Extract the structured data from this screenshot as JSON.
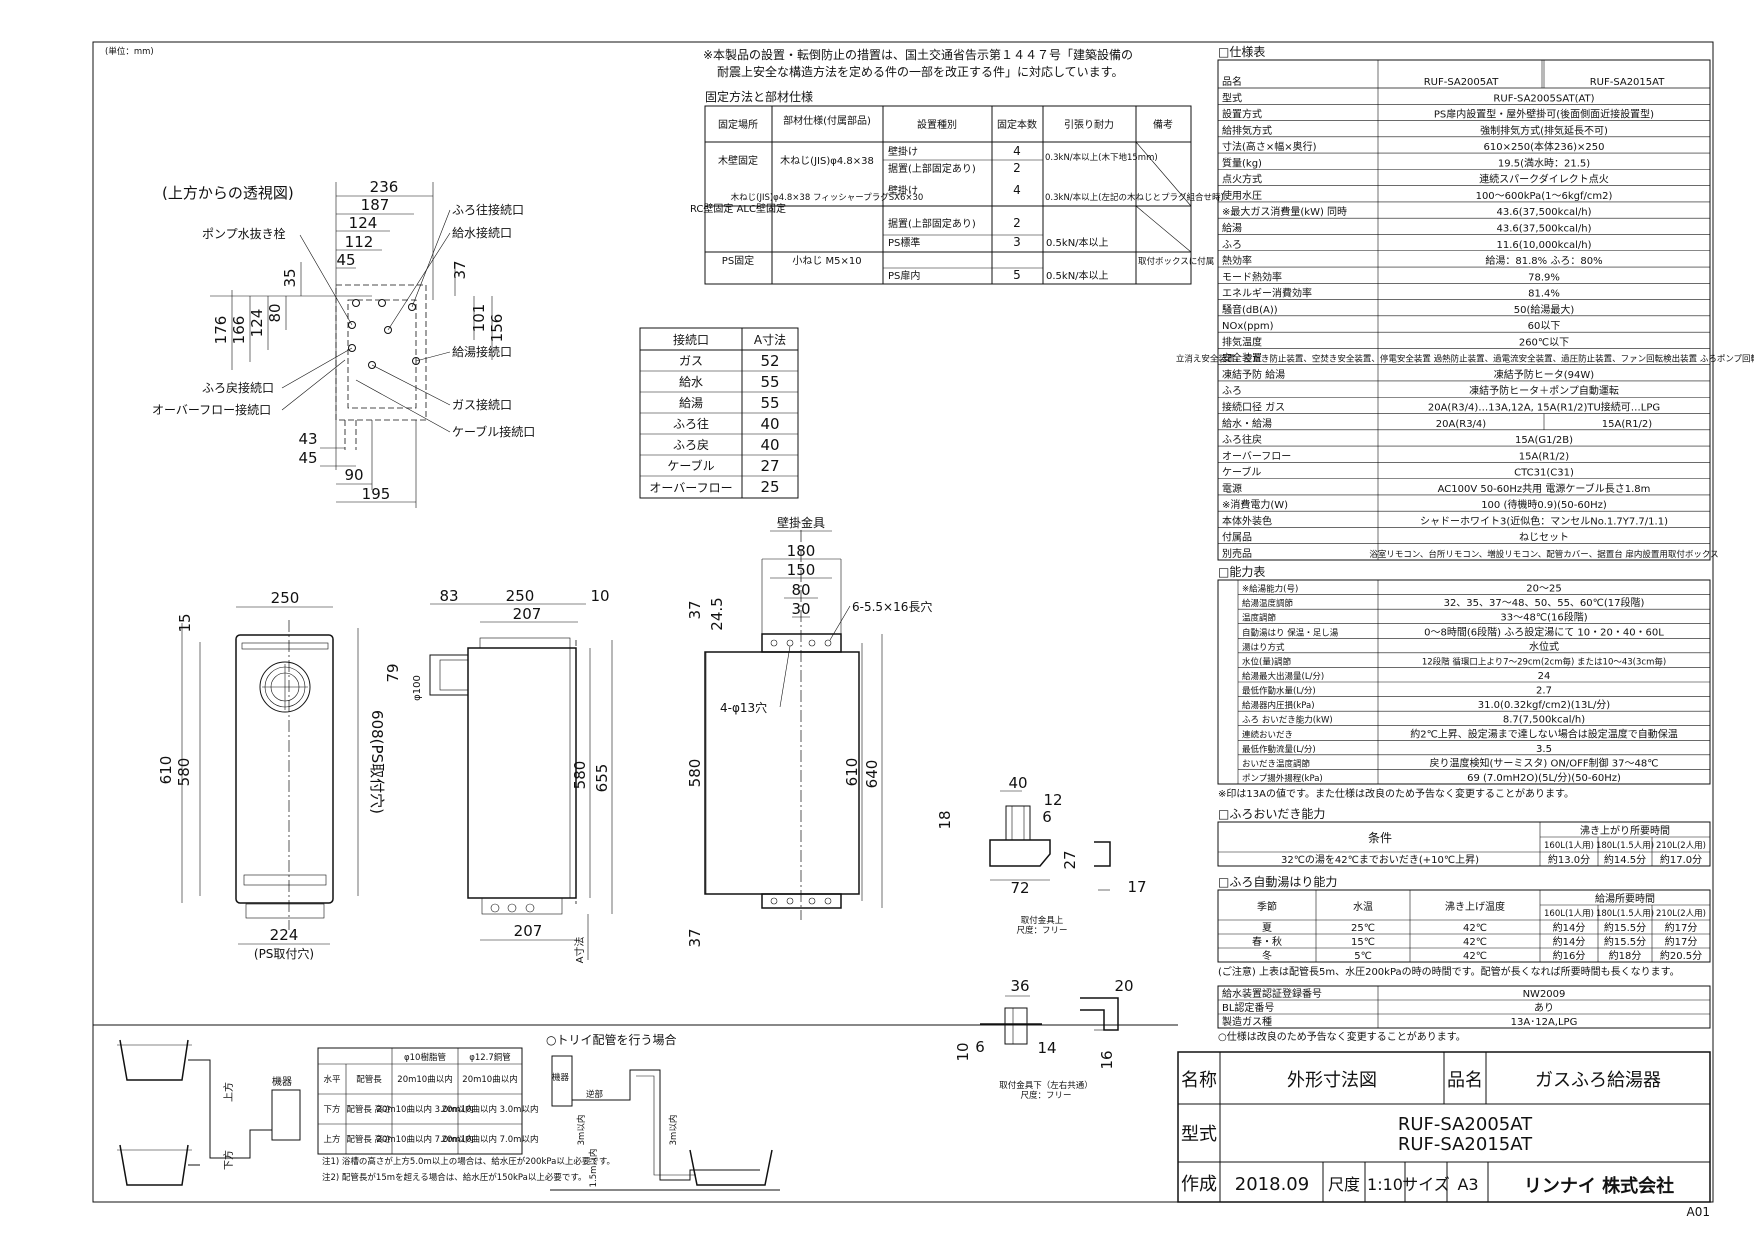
{
  "unit_label": "(単位：mm)",
  "notice": {
    "lines": [
      "※本製品の設置・転倒防止の措置は、国土交通省告示第１４４７号「建築設備の",
      "耐震上安全な構造方法を定める件の一部を改正する件」に対応しています。"
    ]
  },
  "fixing": {
    "title": "固定方法と部材仕様",
    "headers": [
      "固定場所",
      "部材仕様(付属部品)",
      "設置種別",
      "固定本数",
      "引張り耐力",
      "備考"
    ],
    "rows": [
      [
        "木壁固定",
        "木ねじ(JIS)φ4.8×38",
        "壁掛け",
        "4",
        "0.3kN/本以上(木下地15mm)",
        ""
      ],
      [
        "",
        "",
        "据置(上部固定あり)",
        "2",
        "",
        ""
      ],
      [
        "RC壁固定 ALC壁固定",
        "木ねじ(JIS)φ4.8×38 フィッシャープラグSX6×30",
        "壁掛け",
        "4",
        "0.3kN/本以上(左記の木ねじとプラグ組合せ時)",
        ""
      ],
      [
        "",
        "",
        "据置(上部固定あり)",
        "2",
        "",
        ""
      ],
      [
        "PS固定",
        "小ねじ M5×10",
        "PS標準",
        "3",
        "0.5kN/本以上",
        "取付ボックスに付属"
      ],
      [
        "",
        "",
        "PS扉内",
        "5",
        "0.5kN/本以上",
        ""
      ]
    ]
  },
  "connection": {
    "headers": [
      "接続口",
      "A寸法"
    ],
    "rows": [
      [
        "ガス",
        "52"
      ],
      [
        "給水",
        "55"
      ],
      [
        "給湯",
        "55"
      ],
      [
        "ふろ往",
        "40"
      ],
      [
        "ふろ戻",
        "40"
      ],
      [
        "ケーブル",
        "27"
      ],
      [
        "オーバーフロー",
        "25"
      ]
    ]
  },
  "top_view": {
    "title": "(上方からの透視図)",
    "labels": [
      "ふろ往接続口",
      "給水接続口",
      "ポンプ水抜き栓",
      "給湯接続口",
      "ふろ戻接続口",
      "ガス接続口",
      "オーバーフロー接続口",
      "ケーブル接続口"
    ],
    "dims": [
      "236",
      "187",
      "124",
      "112",
      "45",
      "35",
      "37",
      "176",
      "166",
      "124",
      "80",
      "101",
      "156",
      "43",
      "45",
      "90",
      "195"
    ]
  },
  "front_view": {
    "dims": [
      "250",
      "15",
      "610",
      "580",
      "608(PS取付穴)",
      "224",
      "(PS取付穴)"
    ]
  },
  "side_view": {
    "dims": [
      "83",
      "250",
      "10",
      "207",
      "79",
      "φ100",
      "580",
      "655",
      "207",
      "A寸法"
    ]
  },
  "bracket": {
    "title": "壁掛金具",
    "dims": [
      "180",
      "150",
      "80",
      "30",
      "24.5",
      "37",
      "6-5.5×16長穴",
      "4-φ13穴",
      "580",
      "610",
      "640",
      "37"
    ]
  },
  "detail_upper": {
    "dims": [
      "40",
      "12",
      "18",
      "6",
      "27",
      "72",
      "17"
    ],
    "caption": [
      "取付金具上",
      "尺度：フリー"
    ]
  },
  "detail_lower": {
    "dims": [
      "36",
      "20",
      "10",
      "6",
      "14",
      "16"
    ],
    "caption": [
      "取付金具下（左右共通）",
      "尺度：フリー"
    ]
  },
  "piping": {
    "headers": [
      "",
      "",
      "φ10樹脂管",
      "φ12.7銅管"
    ],
    "rows": [
      [
        "水平",
        "配管長",
        "20m10曲以内",
        "20m10曲以内"
      ],
      [
        "下方",
        "配管長 高さ",
        "20m10曲以内 3.0m以内",
        "20m10曲以内 3.0m以内"
      ],
      [
        "上方",
        "配管長 高さ",
        "20m10曲以内 7.0m以内",
        "20m10曲以内 7.0m以内"
      ]
    ],
    "notes": [
      "注1) 浴槽の高さが上方5.0m以上の場合は、給水圧が200kPa以上必要です。",
      "注2) 配管長が15mを超える場合は、給水圧が150kPa以上必要です。"
    ],
    "labels": {
      "up": "上方",
      "down": "下方",
      "unit": "機器"
    },
    "trap_title": "○トリイ配管を行う場合",
    "trap_labels": [
      "機器",
      "逆部",
      "3m以内",
      "1.5m以内",
      "3m以内"
    ]
  },
  "spec": {
    "title": "□仕様表",
    "rows": [
      [
        "品名",
        "RUF-SA2005AT",
        "RUF-SA2015AT"
      ],
      [
        "型式",
        "RUF-SA2005SAT(AT)"
      ],
      [
        "設置方式",
        "PS扉内設置型・屋外壁掛可(後面側面近接設置型)"
      ],
      [
        "給排気方式",
        "強制排気方式(排気延長不可)"
      ],
      [
        "寸法(高さ×幅×奥行)",
        "610×250(本体236)×250"
      ],
      [
        "質量(kg)",
        "19.5(満水時：21.5)"
      ],
      [
        "点火方式",
        "連続スパークダイレクト点火"
      ],
      [
        "使用水圧",
        "100～600kPa(1～6kgf/cm2)"
      ],
      [
        "※最大ガス消費量(kW) 同時",
        "43.6(37,500kcal/h)"
      ],
      [
        "給湯",
        "43.6(37,500kcal/h)"
      ],
      [
        "ふろ",
        "11.6(10,000kcal/h)"
      ],
      [
        "熱効率",
        "給湯：81.8% ふろ：80%"
      ],
      [
        "モード熱効率",
        "78.9%"
      ],
      [
        "エネルギー消費効率",
        "81.4%"
      ],
      [
        "騒音(dB(A))",
        "50(給湯最大)"
      ],
      [
        "NOx(ppm)",
        "60以下"
      ],
      [
        "排気温度",
        "260℃以下"
      ],
      [
        "安全装置",
        "立消え安全装置、空だき防止装置、空焚き安全装置、停電安全装置 過熱防止装置、過電流安全装置、過圧防止装置、ファン回転検出装置 ふろポンプ回転検出装置、温風安全装置、沸騰防止装置"
      ],
      [
        "凍結予防 給湯",
        "凍結予防ヒータ(94W)"
      ],
      [
        "ふろ",
        "凍結予防ヒータ＋ポンプ自動運転"
      ],
      [
        "接続口径 ガス",
        "20A(R3/4)…13A,12A, 15A(R1/2)TU接続可…LPG"
      ],
      [
        "給水・給湯",
        "20A(R3/4)",
        "15A(R1/2)"
      ],
      [
        "ふろ往戻",
        "15A(G1/2B)"
      ],
      [
        "オーバーフロー",
        "15A(R1/2)"
      ],
      [
        "ケーブル",
        "CTC31(C31)"
      ],
      [
        "電源",
        "AC100V 50-60Hz共用 電源ケーブル長さ1.8m"
      ],
      [
        "※消費電力(W)",
        "100 (待機時0.9)(50-60Hz)"
      ],
      [
        "本体外装色",
        "シャドーホワイト3(近似色：マンセルNo.1.7Y7.7/1.1)"
      ],
      [
        "付属品",
        "ねじセット"
      ],
      [
        "別売品",
        "浴室リモコン、台所リモコン、増設リモコン、配管カバー、据置台 扉内設置用取付ボックス"
      ]
    ]
  },
  "capacity": {
    "title": "□能力表",
    "rows": [
      [
        "※給湯能力(号)",
        "20～25"
      ],
      [
        "給湯温度調節",
        "32、35、37～48、50、55、60℃(17段階)"
      ],
      [
        "温度調節",
        "33～48℃(16段階)"
      ],
      [
        "自動湯はり 保温・足し湯",
        "0～8時間(6段階) ふろ設定湯にて 10・20・40・60L"
      ],
      [
        "湯はり方式",
        "水位式"
      ],
      [
        "水位(量)調節",
        "12段階 循環口上より7～29cm(2cm毎) または10～43(3cm毎)"
      ],
      [
        "給湯最大出湯量(L/分)",
        "24"
      ],
      [
        "最低作動水量(L/分)",
        "2.7"
      ],
      [
        "給湯器内圧損(kPa)",
        "31.0(0.32kgf/cm2)(13L/分)"
      ],
      [
        "ふろ おいだき能力(kW)",
        "8.7(7,500kcal/h)"
      ],
      [
        "連続おいだき",
        "約2℃上昇、設定湯まで達しない場合は設定温度で自動保温"
      ],
      [
        "最低作動流量(L/分)",
        "3.5"
      ],
      [
        "おいだき温度調節",
        "戻り温度検知(サーミスタ) ON/OFF制御 37～48℃"
      ],
      [
        "ポンプ揚外揚程(kPa)",
        "69 (7.0mH2O)(5L/分)(50-60Hz)"
      ]
    ],
    "note": "※印は13Aの値です。また仕様は改良のため予告なく変更することがあります。"
  },
  "reheat": {
    "title": "□ふろおいだき能力",
    "headers": [
      "条件",
      "沸き上がり所要時間",
      "160L(1人用)",
      "180L(1.5人用)",
      "210L(2人用)"
    ],
    "row": [
      "32℃の湯を42℃までおいだき(+10℃上昇)",
      "約13.0分",
      "約14.5分",
      "約17.0分"
    ]
  },
  "autofill": {
    "title": "□ふろ自動湯はり能力",
    "headers": [
      "季節",
      "水温",
      "沸き上げ温度",
      "給湯所要時間",
      "160L(1人用)",
      "180L(1.5人用)",
      "210L(2人用)"
    ],
    "rows": [
      [
        "夏",
        "25℃",
        "42℃",
        "約14分",
        "約15.5分",
        "約17分"
      ],
      [
        "春・秋",
        "15℃",
        "42℃",
        "約14分",
        "約15.5分",
        "約17分"
      ],
      [
        "冬",
        "5℃",
        "42℃",
        "約16分",
        "約18分",
        "約20.5分"
      ]
    ],
    "note": "(ご注意) 上表は配管長5m、水圧200kPaの時の時間です。配管が長くなれば所要時間も長くなります。"
  },
  "certification": {
    "rows": [
      [
        "給水装置認証登録番号",
        "NW2009"
      ],
      [
        "BL認定番号",
        "あり"
      ],
      [
        "製造ガス種",
        "13A･12A,LPG"
      ]
    ],
    "note": "○仕様は改良のため予告なく変更することがあります。"
  },
  "title_block": {
    "name_label": "名称",
    "name": "外形寸法図",
    "product_label": "品名",
    "product": "ガスふろ給湯器",
    "model_label": "型式",
    "models": [
      "RUF-SA2005AT",
      "RUF-SA2015AT"
    ],
    "made_label": "作成",
    "made": "2018.09",
    "scale_label": "尺度",
    "scale": "1:10",
    "size_label": "サイズ",
    "size": "A3",
    "company": "リンナイ 株式会社"
  },
  "sheet": "A01"
}
